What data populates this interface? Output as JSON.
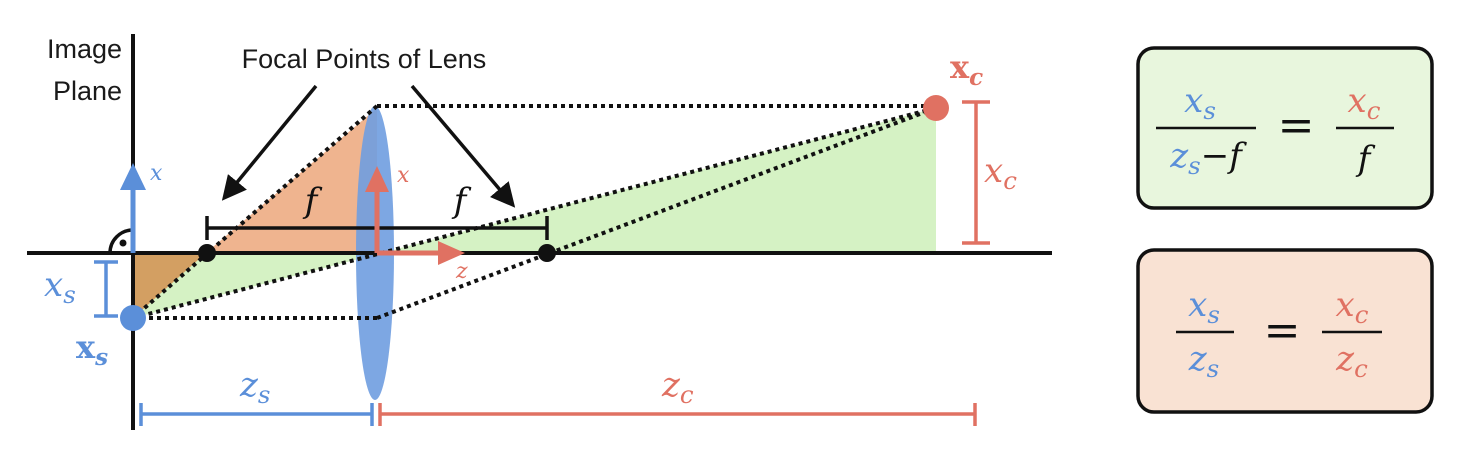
{
  "labels": {
    "image_plane_line1": "Image",
    "image_plane_line2": "Plane",
    "focal_points": "Focal Points of Lens",
    "f_left": "f",
    "f_right": "f",
    "sensor_axis_x": "x",
    "camera_axis_x": "x",
    "camera_axis_z": "z",
    "xs_base": "x",
    "xs_sub": "s",
    "point_xs_base": "x",
    "point_xs_sub": "s",
    "point_xc_base": "x",
    "point_xc_sub": "c",
    "xc_base": "x",
    "xc_sub": "c",
    "zs_base": "z",
    "zs_sub": "s",
    "zc_base": "z",
    "zc_sub": "c"
  },
  "equations": [
    {
      "lhs_num_base": "x",
      "lhs_num_sub": "s",
      "lhs_den_base": "z",
      "lhs_den_sub": "s",
      "lhs_den_tail": "−f",
      "equals": "=",
      "rhs_num_base": "x",
      "rhs_num_sub": "c",
      "rhs_den": "f"
    },
    {
      "lhs_num_base": "x",
      "lhs_num_sub": "s",
      "lhs_den_base": "z",
      "lhs_den_sub": "s",
      "equals": "=",
      "rhs_num_base": "x",
      "rhs_num_sub": "c",
      "rhs_den_base": "z",
      "rhs_den_sub": "c"
    }
  ],
  "colors": {
    "blue": "#5b8fd9",
    "red": "#e07162",
    "lens": "#6f9de0",
    "green_fill": "#d5f2c4",
    "orange_fill": "#efb48f",
    "brown_fill": "#d39f62",
    "eq1_bg": "#e8f6dd",
    "eq2_bg": "#f9e2d3",
    "ink": "#111111"
  }
}
